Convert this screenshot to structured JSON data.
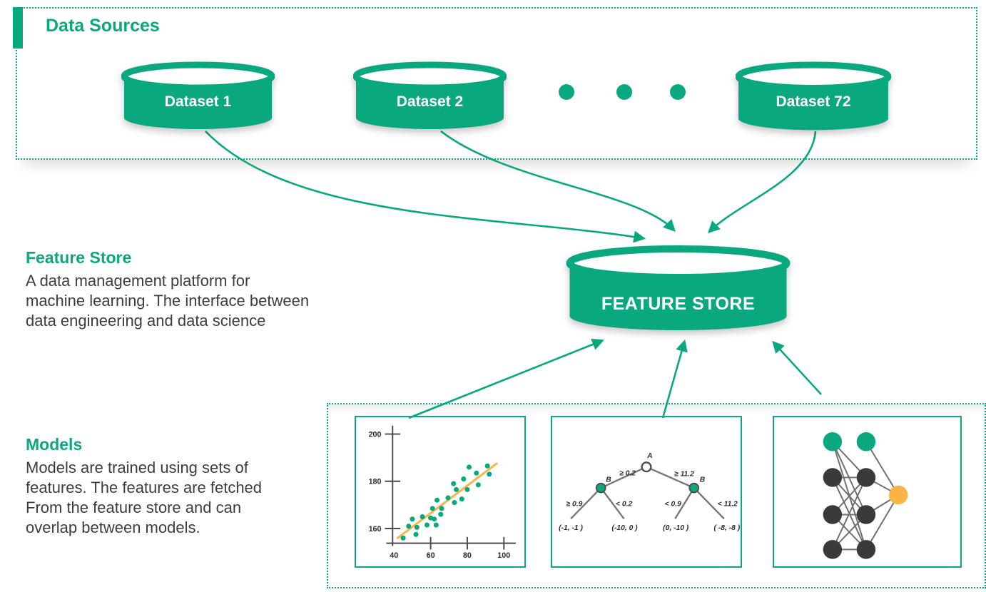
{
  "palette": {
    "green": "#0aa87e",
    "orange": "#f6b545",
    "dark_node": "#3a3a3a",
    "body_text": "#3d3d3d"
  },
  "data_sources": {
    "title": "Data Sources",
    "datasets": [
      {
        "label": "Dataset 1"
      },
      {
        "label": "Dataset 2"
      },
      {
        "label": "Dataset 72"
      }
    ],
    "ellipsis_dot_count": 3
  },
  "feature_store": {
    "heading": "Feature Store",
    "description_lines": [
      "A data management platform for",
      "machine learning. The interface between",
      "data engineering and data science"
    ],
    "cylinder_label": "FEATURE STORE"
  },
  "models": {
    "heading": "Models",
    "description_lines": [
      "Models are trained using sets of",
      "features. The features are fetched",
      "From the feature store and can",
      "overlap between models."
    ]
  },
  "chart_data": [
    {
      "type": "scatter",
      "title": "",
      "xlabel": "",
      "ylabel": "",
      "x_ticks": [
        40,
        60,
        80,
        100
      ],
      "y_ticks": [
        160,
        180,
        200
      ],
      "xlim": [
        40,
        100
      ],
      "ylim": [
        155,
        200
      ],
      "grid": false,
      "point_color": "#0aa87e",
      "trend_line": {
        "color": "#f6b545",
        "x1": 42,
        "y1": 156,
        "x2": 96,
        "y2": 187.5
      },
      "points": [
        [
          45,
          156
        ],
        [
          48,
          161
        ],
        [
          50,
          164
        ],
        [
          52,
          157.5
        ],
        [
          52.5,
          160.5
        ],
        [
          55.5,
          165
        ],
        [
          58,
          161.5
        ],
        [
          60,
          164.5
        ],
        [
          61,
          168.5
        ],
        [
          62,
          164
        ],
        [
          63,
          161.5
        ],
        [
          63.5,
          172
        ],
        [
          65.5,
          166
        ],
        [
          66,
          168.5
        ],
        [
          69.5,
          173
        ],
        [
          72.5,
          179
        ],
        [
          73,
          171
        ],
        [
          74,
          176.5
        ],
        [
          77,
          172.5
        ],
        [
          78,
          181
        ],
        [
          80,
          176.5
        ],
        [
          81,
          186
        ],
        [
          85,
          183.5
        ],
        [
          86,
          178.5
        ],
        [
          91,
          186.5
        ],
        [
          92,
          183
        ]
      ]
    },
    {
      "type": "decision-tree",
      "labels": {
        "root": "A",
        "left_child": "B",
        "right_child": "B",
        "root_left_edge": "≥ 0.2",
        "root_right_edge": "≥ 11.2",
        "ll_edge": "≥ 0.9",
        "lr_edge": "< 0.2",
        "rl_edge": "< 0.9",
        "rr_edge": "< 11.2",
        "leaf_ll": "(-1, -1 )",
        "leaf_lr": "(-10, 0 )",
        "leaf_rl": "(0, -10 )",
        "leaf_rr": "( -8, -8 )"
      }
    },
    {
      "type": "neural-network",
      "nodes": [
        {
          "id": "in1",
          "x": 0.313,
          "y": 0.164,
          "color": "green"
        },
        {
          "id": "in2",
          "x": 0.494,
          "y": 0.164,
          "color": "green"
        },
        {
          "id": "h1",
          "x": 0.313,
          "y": 0.404,
          "color": "dark"
        },
        {
          "id": "h2",
          "x": 0.313,
          "y": 0.653,
          "color": "dark"
        },
        {
          "id": "h3",
          "x": 0.313,
          "y": 0.887,
          "color": "dark"
        },
        {
          "id": "h4",
          "x": 0.494,
          "y": 0.404,
          "color": "dark"
        },
        {
          "id": "h5",
          "x": 0.494,
          "y": 0.653,
          "color": "dark"
        },
        {
          "id": "h6",
          "x": 0.494,
          "y": 0.887,
          "color": "dark"
        },
        {
          "id": "out",
          "x": 0.668,
          "y": 0.521,
          "color": "orange"
        }
      ],
      "edges": [
        [
          "in1",
          "h4"
        ],
        [
          "in1",
          "h5"
        ],
        [
          "in1",
          "h6"
        ],
        [
          "h1",
          "h4"
        ],
        [
          "h1",
          "h5"
        ],
        [
          "h1",
          "h6"
        ],
        [
          "h2",
          "h4"
        ],
        [
          "h2",
          "h5"
        ],
        [
          "h2",
          "h6"
        ],
        [
          "h3",
          "h4"
        ],
        [
          "h3",
          "h5"
        ],
        [
          "h3",
          "h6"
        ],
        [
          "in2",
          "out"
        ],
        [
          "h4",
          "out"
        ],
        [
          "h5",
          "out"
        ],
        [
          "h6",
          "out"
        ]
      ]
    }
  ]
}
